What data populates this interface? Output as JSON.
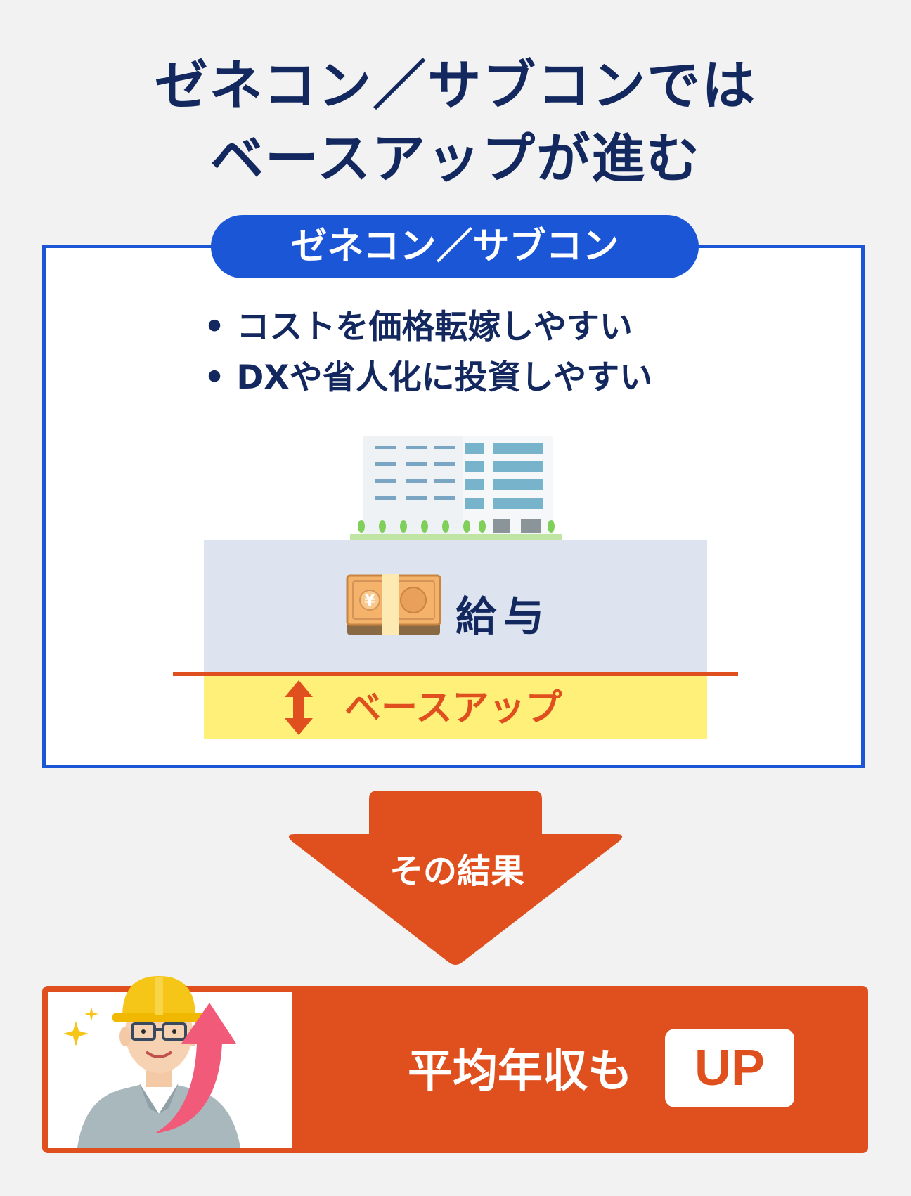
{
  "title": {
    "line1": "ゼネコン／サブコンでは",
    "line2": "ベースアップが進む"
  },
  "section": {
    "pill_label": "ゼネコン／サブコン",
    "bullets": [
      "コストを価格転嫁しやすい",
      "DXや省人化に投資しやすい"
    ],
    "salary_label": "給与",
    "baseup_label": "ベースアップ"
  },
  "arrow": {
    "label": "その結果"
  },
  "result": {
    "text": "平均年収も",
    "badge": "UP"
  },
  "colors": {
    "navy": "#13285e",
    "blue": "#1a56d6",
    "orange": "#e0501e",
    "yellow": "#fff07a",
    "salary_bg": "#dde4f0"
  },
  "icons": [
    "building-icon",
    "money-bundle-icon",
    "double-arrow-icon",
    "down-arrow-shape",
    "worker-illustration",
    "sparkle-icon",
    "up-arrow-icon"
  ]
}
